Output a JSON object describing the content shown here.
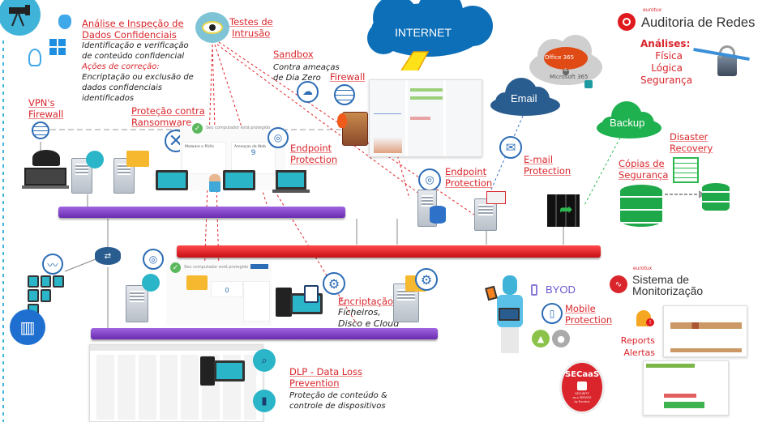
{
  "analysis": {
    "title_line1": "Análise e Inspeção de",
    "title_line2": "Dados Confidenciais",
    "desc_line1": "Identificação e verificação",
    "desc_line2": "de conteúdo confidencial",
    "actions_title": "Ações de correção:",
    "actions_line1": "Encriptação ou exclusão de",
    "actions_line2": "dados confidenciais",
    "actions_line3": "identificados"
  },
  "pentest": {
    "line1": "Testes de",
    "line2": "Intrusão"
  },
  "sandbox": {
    "title": "Sandbox",
    "line1": "Contra ameaças",
    "line2": "de Dia Zero"
  },
  "firewall": {
    "title": "Firewall"
  },
  "internet": {
    "label": "INTERNET"
  },
  "office": {
    "label1": "Office 365",
    "amp": "&",
    "label2": "Microsoft 365"
  },
  "email_cloud": {
    "label": "Email"
  },
  "backup_cloud": {
    "label": "Backup"
  },
  "audit": {
    "brand": "eurotux",
    "title": "Auditoria de Redes",
    "analyses": "Análises:",
    "items": [
      "Física",
      "Lógica",
      "Segurança"
    ]
  },
  "vpn": {
    "line1": "VPN's",
    "line2": "Firewall"
  },
  "ransomware": {
    "line1": "Proteção contra",
    "line2": "Ransomware"
  },
  "endpoint1": {
    "line1": "Endpoint",
    "line2": "Protection"
  },
  "endpoint2": {
    "line1": "Endpoint",
    "line2": "Protection"
  },
  "email_protection": {
    "line1": "E-mail",
    "line2": "Protection"
  },
  "backup_copies": {
    "line1": "Cópias de",
    "line2": "Segurança"
  },
  "disaster": {
    "line1": "Disaster",
    "line2": "Recovery"
  },
  "dashboard": {
    "status": "Seu computador está protegido",
    "tile1": "Malware e PUAs",
    "tile2": "Ameaças da Web",
    "value": "9"
  },
  "dashboard2": {
    "status": "Seu computador está protegido",
    "value": "0"
  },
  "encryption": {
    "title": "Encriptação",
    "line1": "Ficheiros,",
    "line2": "Disco e Cloud"
  },
  "byod": {
    "label": "BYOD"
  },
  "mobile": {
    "line1": "Mobile",
    "line2": "Protection"
  },
  "monitoring": {
    "brand": "eurotux",
    "line1": "Sistema de",
    "line2": "Monitorização",
    "reports": "Reports",
    "alerts": "Alertas"
  },
  "secaas": {
    "title": "SECaaS",
    "line1": "SECURITY",
    "line2": "as a SERVICE",
    "line3": "by Eurotux"
  },
  "dlp": {
    "line1": "DLP - Data Loss",
    "line2": "Prevention",
    "desc1": "Proteção de conteúdo &",
    "desc2": "controle de dispositivos"
  },
  "colors": {
    "red": "#d9252b",
    "purple": "#7b2fbf",
    "bar_red": "#e0191e",
    "internet": "#0d6fb8",
    "email": "#2a5d8f",
    "backup": "#1fb04f",
    "icon_blue": "#2c6cb5",
    "teal": "#2bb5c8"
  }
}
